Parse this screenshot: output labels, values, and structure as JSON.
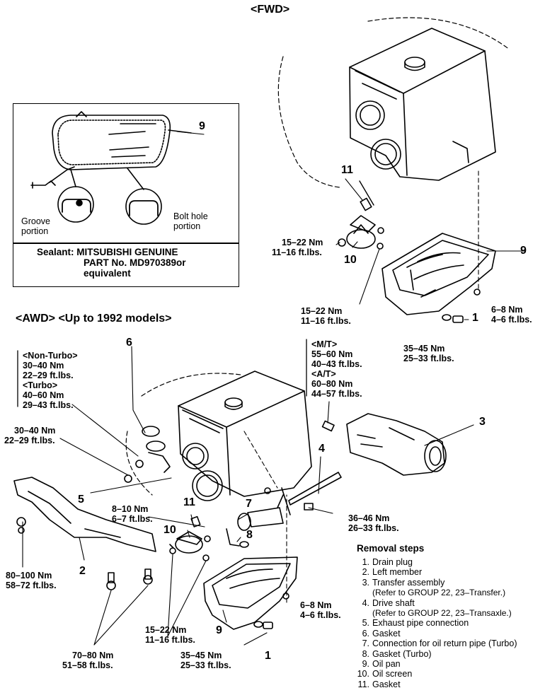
{
  "headers": {
    "fwd": "<FWD>",
    "awd": "<AWD> <Up to 1992 models>"
  },
  "inset": {
    "num9": "9",
    "groove1": "Groove",
    "groove2": "portion",
    "bolt1": "Bolt hole",
    "bolt2": "portion",
    "sealant1": "Sealant:  MITSUBISHI GENUINE",
    "sealant2": "PART No. MD970389or",
    "sealant3": "equivalent"
  },
  "fwd": {
    "n11": "11",
    "n10": "10",
    "n9": "9",
    "n1": "1",
    "t1a": "15–22 Nm",
    "t1b": "11–16 ft.lbs.",
    "t2a": "15–22 Nm",
    "t2b": "11–16 ft.lbs.",
    "t3a": "6–8 Nm",
    "t3b": "4–6 ft.lbs.",
    "t4a": "35–45 Nm",
    "t4b": "25–33 ft.lbs."
  },
  "awd": {
    "nonturbo": "<Non-Turbo>",
    "nt_a": "30–40 Nm",
    "nt_b": "22–29 ft.lbs.",
    "turbo": "<Turbo>",
    "tu_a": "40–60 Nm",
    "tu_b": "29–43 ft.lbs.",
    "t30a": "30–40 Nm",
    "t30b": "22–29 ft.lbs.",
    "mt": "<M/T>",
    "mt_a": "55–60 Nm",
    "mt_b": "40–43 ft.lbs.",
    "at": "<A/T>",
    "at_a": "60–80 Nm",
    "at_b": "44–57 ft.lbs.",
    "t8a": "8–10 Nm",
    "t8b": "6–7 ft.lbs.",
    "t36a": "36–46 Nm",
    "t36b": "26–33 ft.lbs.",
    "t80a": "80–100 Nm",
    "t80b": "58–72 ft.lbs.",
    "t70a": "70–80 Nm",
    "t70b": "51–58 ft.lbs.",
    "t15a": "15–22 Nm",
    "t15b": "11–16 ft.lbs.",
    "t35a": "35–45 Nm",
    "t35b": "25–33 ft.lbs.",
    "t6a": "6–8 Nm",
    "t6b": "4–6 ft.lbs.",
    "n6": "6",
    "n3": "3",
    "n4": "4",
    "n5": "5",
    "n7": "7",
    "n8": "8",
    "n11": "11",
    "n10": "10",
    "n2": "2",
    "n9": "9",
    "n1": "1"
  },
  "removal": {
    "title": "Removal steps",
    "steps": [
      {
        "num": "1.",
        "label": "Drain plug"
      },
      {
        "num": "2.",
        "label": "Left member"
      },
      {
        "num": "3.",
        "label": "Transfer assembly",
        "sub": "(Refer to GROUP 22, 23–Transfer.)"
      },
      {
        "num": "4.",
        "label": "Drive shaft",
        "sub": "(Refer to GROUP 22, 23–Transaxle.)"
      },
      {
        "num": "5.",
        "label": "Exhaust pipe connection"
      },
      {
        "num": "6.",
        "label": "Gasket"
      },
      {
        "num": "7.",
        "label": "Connection for oil return pipe (Turbo)"
      },
      {
        "num": "8.",
        "label": "Gasket (Turbo)"
      },
      {
        "num": "9.",
        "label": "Oil pan"
      },
      {
        "num": "10.",
        "label": "Oil screen"
      },
      {
        "num": "11.",
        "label": "Gasket"
      }
    ]
  }
}
